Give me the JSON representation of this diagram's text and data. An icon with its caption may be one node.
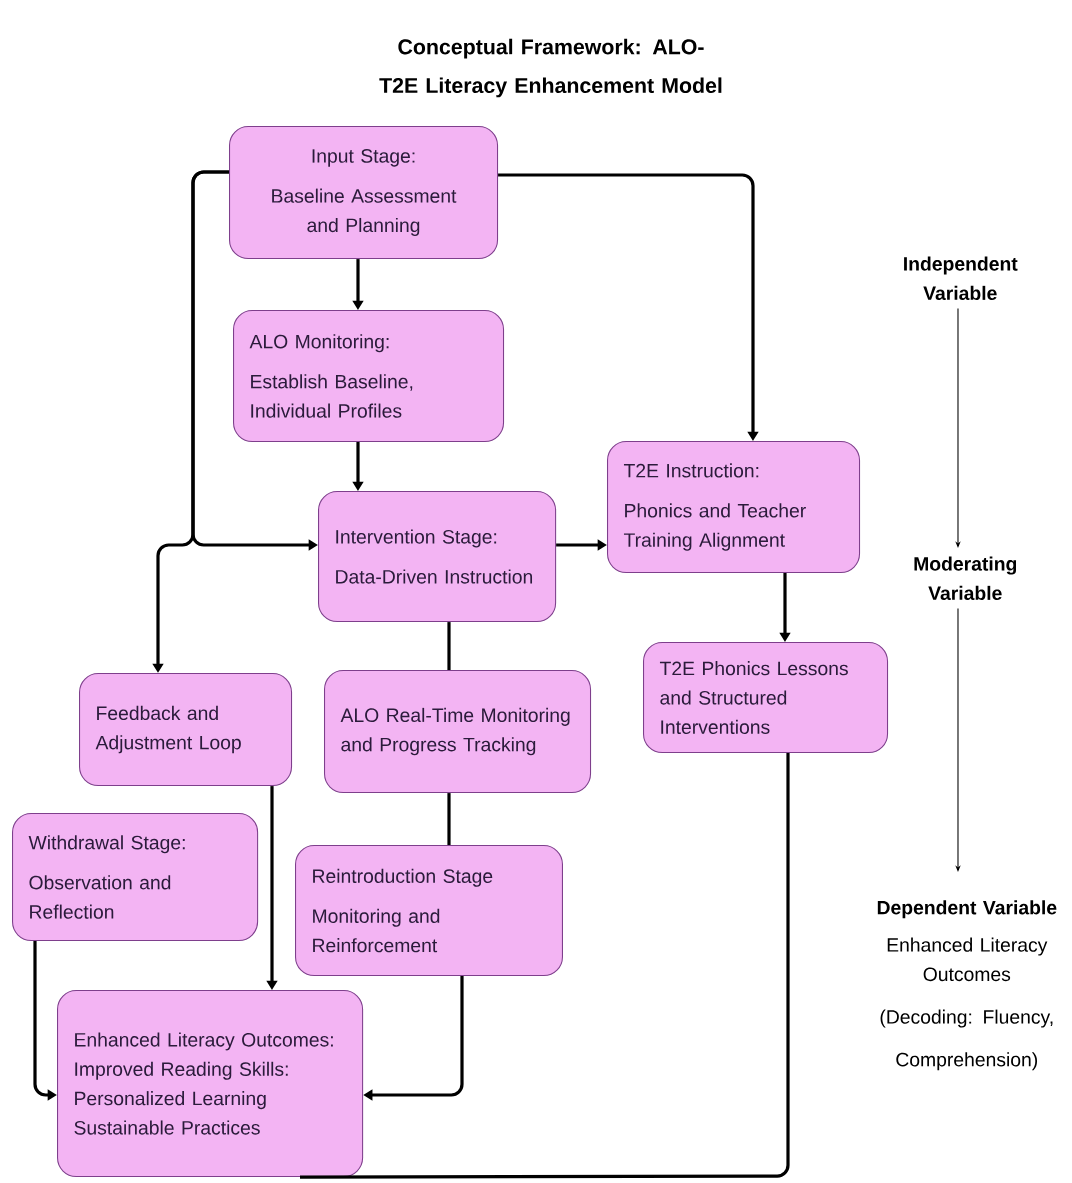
{
  "diagram": {
    "title": "Conceptual Framework: ALO-T2E Literacy Enhancement Model",
    "nodes": [
      {
        "text": [
          "Input Stage:",
          "Baseline Assessment and Planning"
        ]
      },
      {
        "text": [
          "ALO Monitoring:",
          "Establish Baseline, Individual Profiles"
        ]
      },
      {
        "text": [
          "Intervention Stage:",
          "Data-Driven Instruction"
        ]
      },
      {
        "text": [
          "T2E Instruction:",
          "Phonics and Teacher Training Alignment"
        ]
      },
      {
        "text": [
          "Feedback and Adjustment Loop"
        ]
      },
      {
        "text": [
          "ALO Real-Time Monitoring and Progress Tracking"
        ]
      },
      {
        "text": [
          "T2E Phonics Lessons and Structured Interventions"
        ]
      },
      {
        "text": [
          "Withdrawal Stage:",
          "Observation and Reflection"
        ]
      },
      {
        "text": [
          "Reintroduction Stage",
          "Monitoring and Reinforcement"
        ]
      },
      {
        "text": [
          "Enhanced Literacy Outcomes: Improved Reading Skills: Personalized Learning Sustainable Practices"
        ]
      },
      {
        "text": [
          "Independent Variable"
        ]
      },
      {
        "text": [
          "Moderating Variable"
        ]
      },
      {
        "text": [
          "Dependent Variable",
          "Enhanced Literacy Outcomes",
          "(Decoding: Fluency,",
          "Comprehension)"
        ]
      }
    ],
    "edges": [
      {
        "from": 0,
        "to": 1,
        "arrow": "to"
      },
      {
        "from": 1,
        "to": 2,
        "arrow": "to"
      },
      {
        "from": 0,
        "to": 3,
        "arrow": "to"
      },
      {
        "from": 2,
        "to": 3,
        "arrow": "to"
      },
      {
        "from": 3,
        "to": 6,
        "arrow": "to"
      },
      {
        "from": 0,
        "to": 2,
        "arrow": "to"
      },
      {
        "from": 0,
        "to": 4,
        "arrow": "to"
      },
      {
        "from": 2,
        "to": 5,
        "arrow": "none"
      },
      {
        "from": 5,
        "to": 8,
        "arrow": "none"
      },
      {
        "from": 4,
        "to": 9,
        "arrow": "to"
      },
      {
        "from": 7,
        "to": 9,
        "arrow": "to"
      },
      {
        "from": 8,
        "to": 9,
        "arrow": "to"
      },
      {
        "from": 6,
        "to": 9,
        "arrow": "none"
      },
      {
        "from": 10,
        "to": 11,
        "arrow": "to"
      },
      {
        "from": 11,
        "to": 12,
        "arrow": "to"
      }
    ]
  }
}
